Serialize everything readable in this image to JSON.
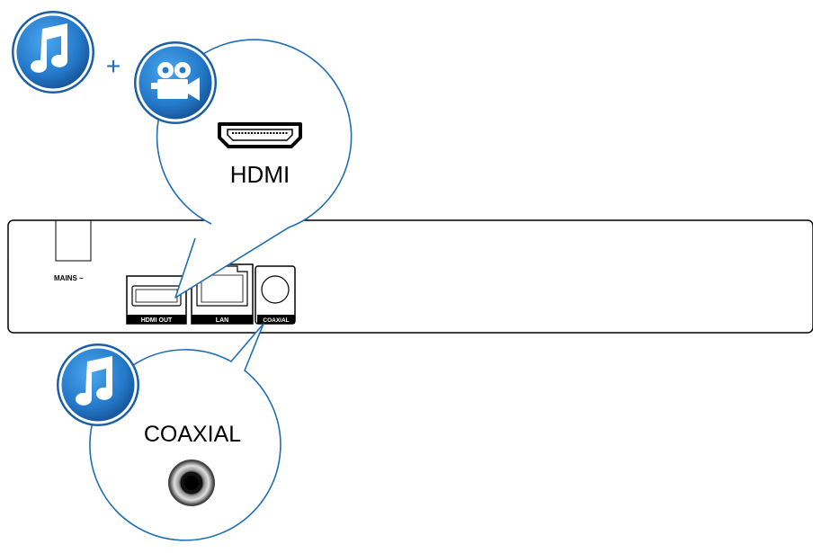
{
  "callouts": {
    "hdmi_label": "HDMI",
    "coaxial_label": "COAXIAL",
    "plus_sign": "+"
  },
  "device": {
    "mains_label": "MAINS ~",
    "ports": {
      "hdmi_out": "HDMI OUT",
      "lan": "LAN",
      "coaxial": "COAXIAL"
    }
  },
  "icons": {
    "audio": "music-note-icon",
    "video": "film-camera-icon"
  },
  "colors": {
    "badge_outer": "#1a5fa8",
    "badge_inner": "#2f86d8",
    "line": "#1e6db5",
    "device_stroke": "#000000"
  }
}
